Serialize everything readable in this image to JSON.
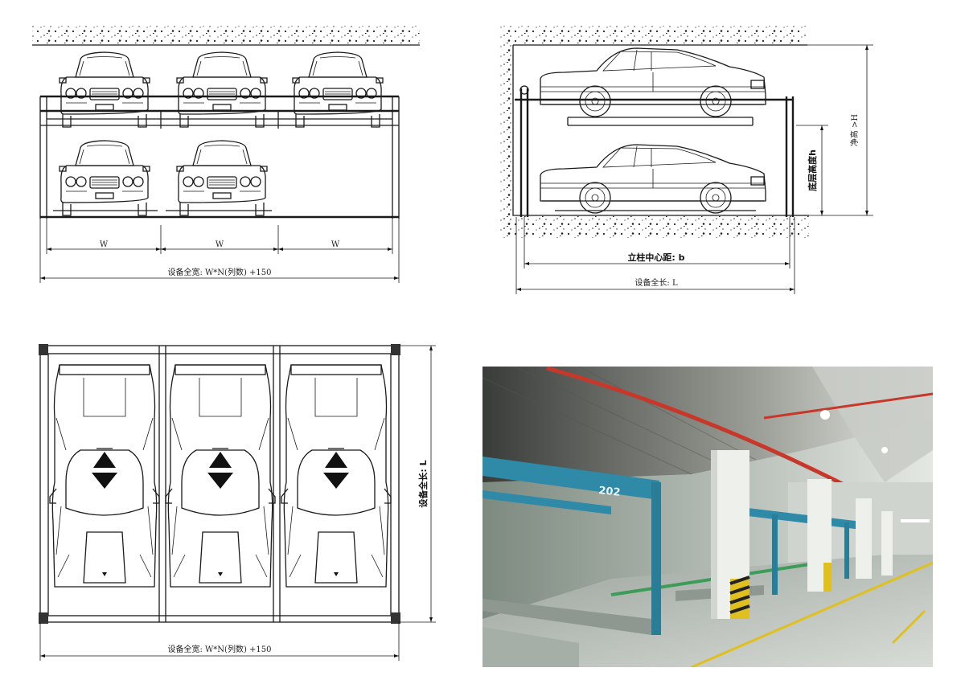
{
  "front_view": {
    "width_label_1": "W",
    "width_label_2": "W",
    "width_label_3": "W",
    "total_width_label": "设备全宽: W*N(列数) +150"
  },
  "side_view": {
    "clear_height_label": "净高 >H",
    "bottom_height_label": "底层高度h",
    "column_center_label": "立柱中心距: b",
    "total_length_label": "设备全长: L"
  },
  "top_view": {
    "total_length_label": "设备全长: L",
    "total_width_label": "设备全宽: W*N(列数) +150"
  },
  "photo": {
    "bay_number": "202"
  }
}
